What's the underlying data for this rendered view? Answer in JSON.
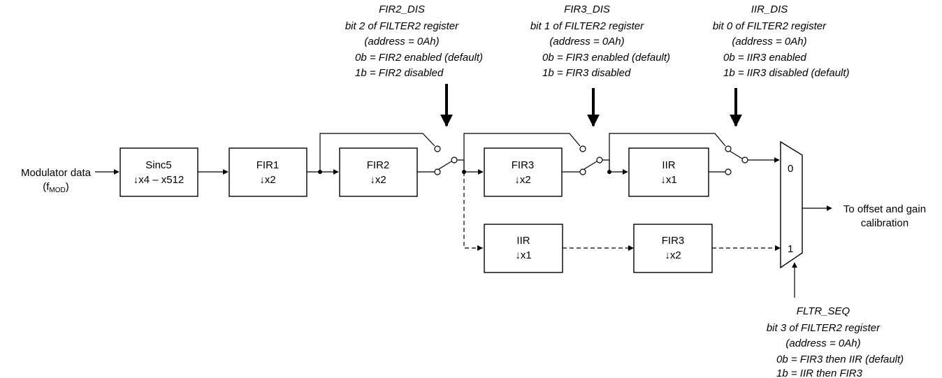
{
  "input": {
    "label": "Modulator data",
    "fmod_prefix": "(f",
    "fmod_sub": "MOD",
    "fmod_suffix": ")"
  },
  "blocks": {
    "sinc5": {
      "name": "Sinc5",
      "rate": "↓x4 – x512"
    },
    "fir1": {
      "name": "FIR1",
      "rate": "↓x2"
    },
    "fir2": {
      "name": "FIR2",
      "rate": "↓x2"
    },
    "fir3": {
      "name": "FIR3",
      "rate": "↓x2"
    },
    "iir": {
      "name": "IIR",
      "rate": "↓x1"
    },
    "iir_alt": {
      "name": "IIR",
      "rate": "↓x1"
    },
    "fir3_alt": {
      "name": "FIR3",
      "rate": "↓x2"
    }
  },
  "annotations": {
    "fir2_dis": {
      "title": "FIR2_DIS",
      "lines": [
        "bit 2 of FILTER2 register",
        "(address = 0Ah)",
        "0b = FIR2 enabled (default)",
        "1b = FIR2 disabled"
      ]
    },
    "fir3_dis": {
      "title": "FIR3_DIS",
      "lines": [
        "bit 1 of FILTER2 register",
        "(address = 0Ah)",
        "0b = FIR3 enabled (default)",
        "1b = FIR3 disabled"
      ]
    },
    "iir_dis": {
      "title": "IIR_DIS",
      "lines": [
        "bit 0 of FILTER2 register",
        "(address = 0Ah)",
        "0b = IIR3 enabled",
        "1b = IIR3 disabled (default)"
      ]
    },
    "fltr_seq": {
      "title": "FLTR_SEQ",
      "lines": [
        "bit 3 of FILTER2 register",
        "(address = 0Ah)",
        "0b = FIR3 then IIR (default)",
        "1b = IIR then FIR3"
      ]
    }
  },
  "mux": {
    "input0": "0",
    "input1": "1"
  },
  "output": {
    "line1": "To offset and gain",
    "line2": "calibration"
  }
}
